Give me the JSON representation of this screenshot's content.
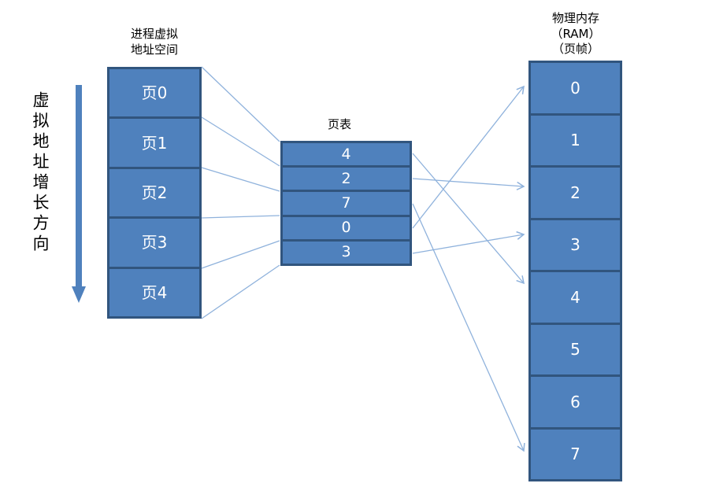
{
  "diagram": {
    "title_none": "",
    "direction_label": "虚拟地址增长方向",
    "virtual_memory": {
      "header": "进程虚拟\n地址空间",
      "pages": [
        "页0",
        "页1",
        "页2",
        "页3",
        "页4"
      ]
    },
    "page_table": {
      "header": "页表",
      "entries": [
        "4",
        "2",
        "7",
        "0",
        "3"
      ]
    },
    "physical_memory": {
      "header": "物理内存\n（RAM）\n（页帧）",
      "frames": [
        "0",
        "1",
        "2",
        "3",
        "4",
        "5",
        "6",
        "7"
      ]
    },
    "mappings": [
      {
        "page": "页0",
        "table_entry": "4",
        "frame": "4"
      },
      {
        "page": "页1",
        "table_entry": "2",
        "frame": "2"
      },
      {
        "page": "页2",
        "table_entry": "7",
        "frame": "7"
      },
      {
        "page": "页3",
        "table_entry": "0",
        "frame": "0"
      },
      {
        "page": "页4",
        "table_entry": "3",
        "frame": "3"
      }
    ],
    "colors": {
      "box_fill": "#4f81bd",
      "box_border": "#31557e",
      "connector_line": "#8fb2dc",
      "direction_arrow": "#4f81bd",
      "label_text": "#000000",
      "cell_text": "#ffffff",
      "background": "#ffffff"
    }
  }
}
